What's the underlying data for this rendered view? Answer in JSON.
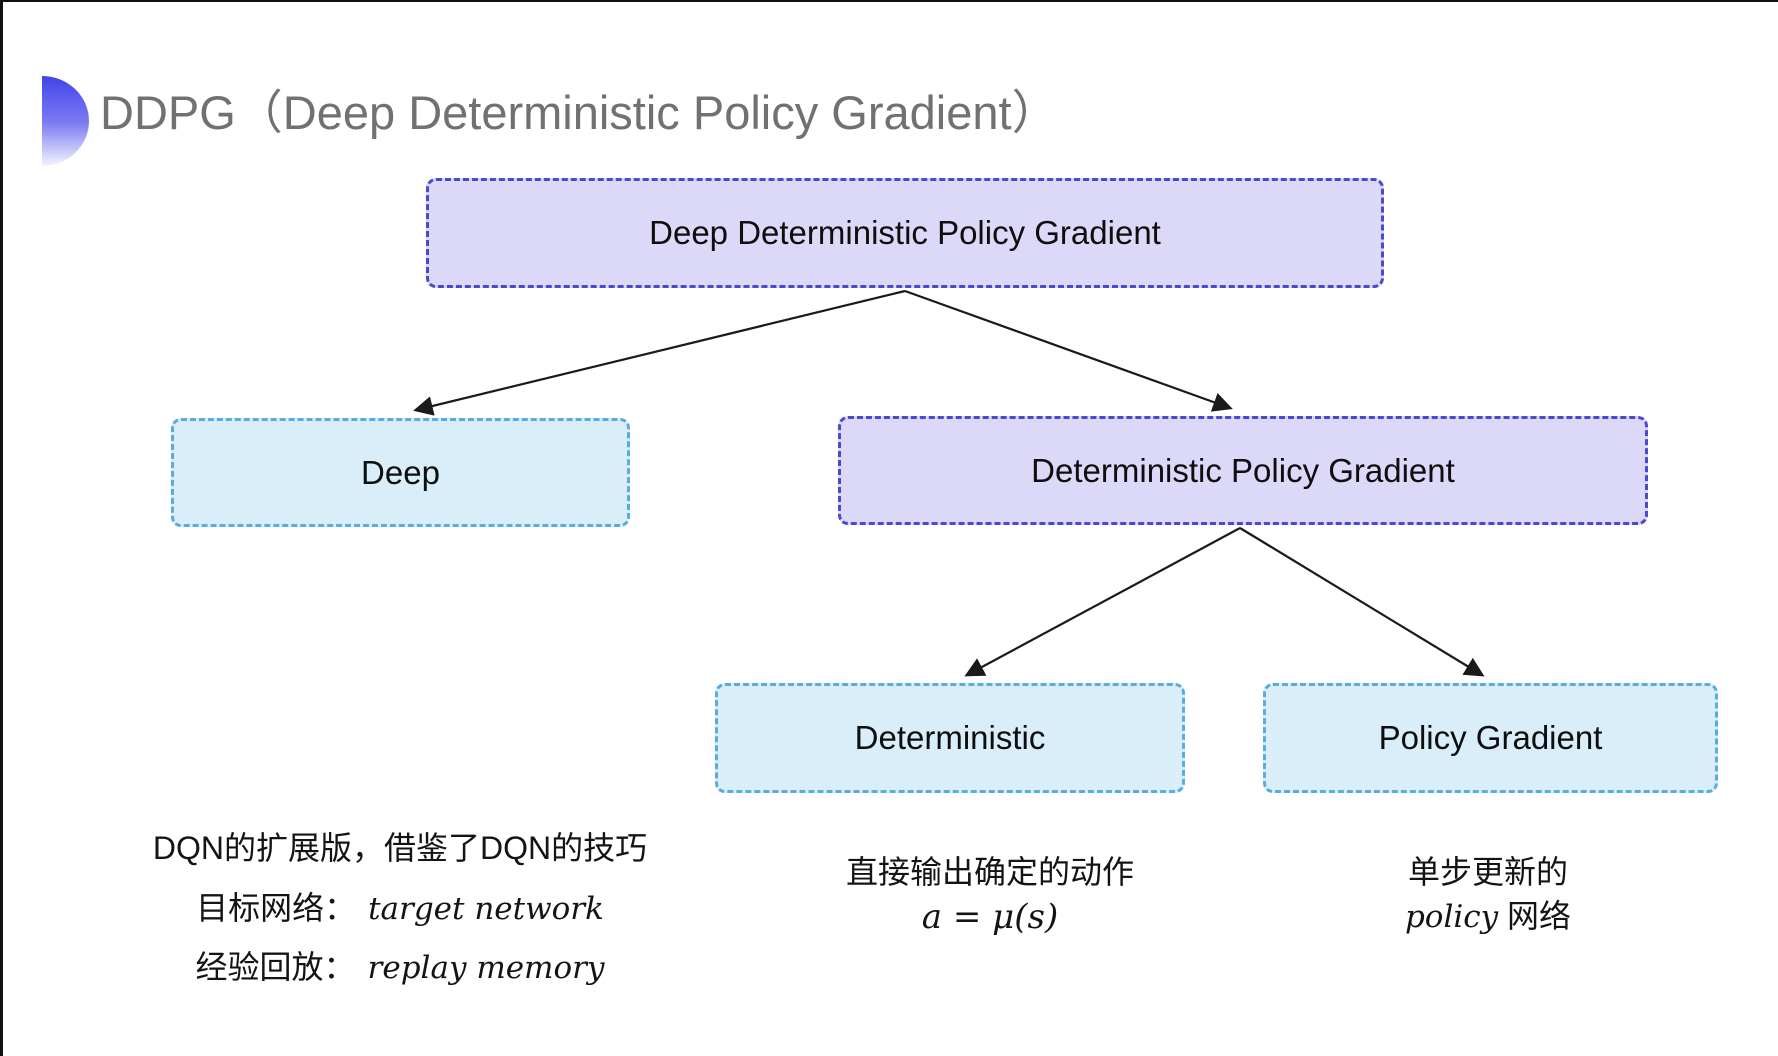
{
  "header": {
    "title": "DDPG（Deep Deterministic Policy Gradient）",
    "bullet_icon": "half-circle-gradient"
  },
  "diagram": {
    "nodes": [
      {
        "id": "ddpg",
        "label": "Deep Deterministic Policy Gradient",
        "variant": "purple"
      },
      {
        "id": "deep",
        "label": "Deep",
        "variant": "cyan"
      },
      {
        "id": "dpg",
        "label": "Deterministic Policy Gradient",
        "variant": "purple"
      },
      {
        "id": "deterministic",
        "label": "Deterministic",
        "variant": "cyan"
      },
      {
        "id": "policy_gradient",
        "label": "Policy Gradient",
        "variant": "cyan"
      }
    ],
    "edges": [
      {
        "from": "ddpg",
        "to": "deep"
      },
      {
        "from": "ddpg",
        "to": "dpg"
      },
      {
        "from": "dpg",
        "to": "deterministic"
      },
      {
        "from": "dpg",
        "to": "policy_gradient"
      }
    ]
  },
  "annotations": {
    "deep_note": {
      "line1": "DQN的扩展版，借鉴了DQN的技巧",
      "line2_label": "目标网络：",
      "line2_term": "target network",
      "line3_label": "经验回放：",
      "line3_term": "replay memory"
    },
    "deterministic_note": {
      "line1": "直接输出确定的动作",
      "formula": "a = μ(s)"
    },
    "policy_note": {
      "line1": "单步更新的",
      "line2_term": "policy",
      "line2_rest": " 网络"
    }
  },
  "colors": {
    "purple_fill": "#dcd9f8",
    "purple_border": "#4a4ad0",
    "cyan_fill": "#daeefa",
    "cyan_border": "#58ace0",
    "title_gray": "#717171",
    "arrow": "#1a1a1a",
    "bullet_top": "#4343ea",
    "bullet_bottom": "#f4f4ff"
  }
}
